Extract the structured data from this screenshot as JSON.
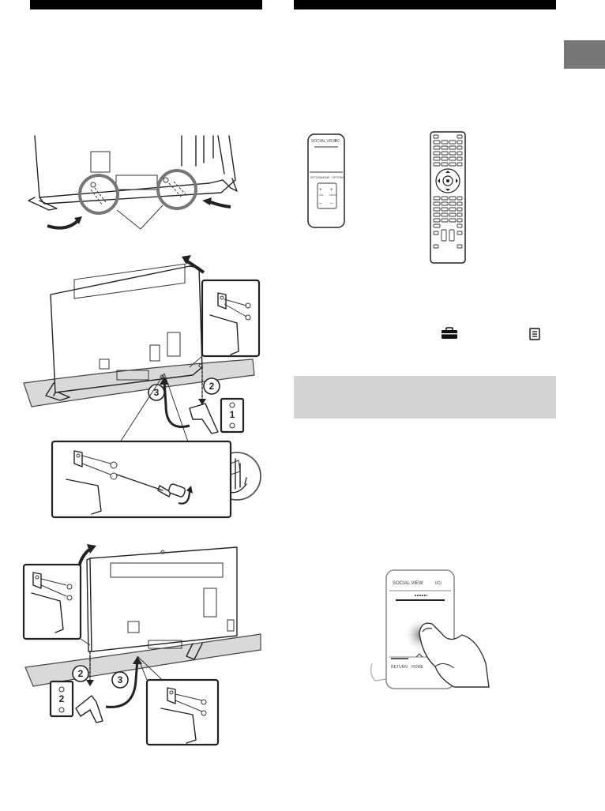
{
  "steps": {
    "two": "2",
    "three": "3"
  },
  "remotes": {
    "touchpad": {
      "social_view": "SOCIAL VIEW",
      "power": "I/⏻",
      "return": "RETURN",
      "home": "HOME",
      "options": "OPTIONS",
      "vol": "VOL",
      "prog": "PROG"
    },
    "hand_demo": {
      "social_view": "SOCIAL VIEW",
      "power": "I/⏻",
      "return": "RETURN",
      "home": "HOME"
    }
  },
  "labels": {
    "part_one": "1",
    "part_two": "2"
  },
  "icons": [
    "toolbox-icon",
    "options-list-icon",
    "no-touch-hand-icon",
    "screwdriver-icon",
    "rotate-arrow-icon"
  ],
  "colors": {
    "header_bar": "#000000",
    "side_tab": "#777777",
    "note_box": "#d3d3d3"
  }
}
